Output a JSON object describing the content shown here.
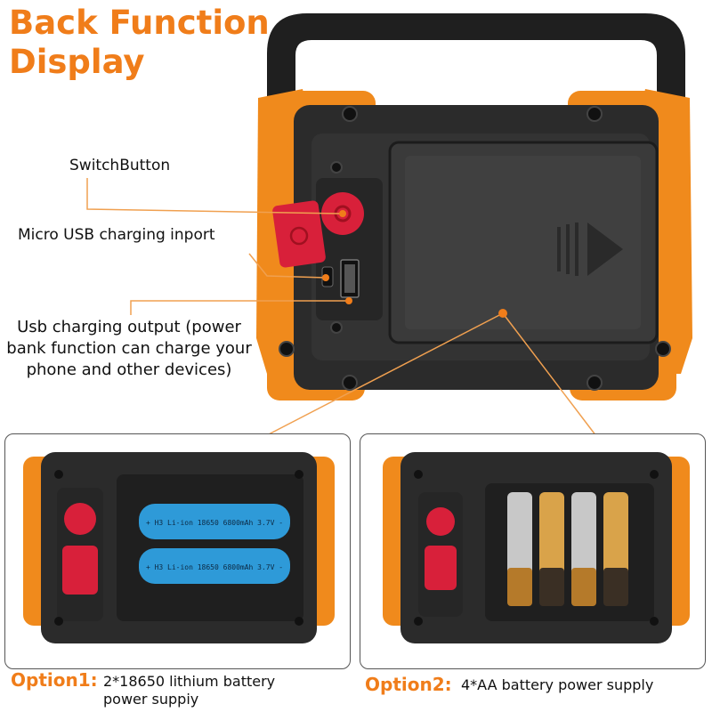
{
  "title": "Back Function Display",
  "callouts": {
    "switch_button": "SwitchButton",
    "micro_usb": "Micro USB charging inport",
    "usb_output": "Usb charging output (power bank function can charge your phone and other devices)"
  },
  "options": [
    {
      "label": "Option1:",
      "text": "2*18650 lithium battery power suppiy"
    },
    {
      "label": "Option2:",
      "text": "4*AA battery power supply"
    }
  ],
  "batteries": {
    "lithium_print": "+ H3 Li-ion 18650 6800mAh 3.7V -"
  },
  "colors": {
    "accent": "#f07d1a",
    "housing": "#2a2a2a",
    "button_red": "#d8203a",
    "battery_blue": "#2e9ad8",
    "leader_line": "#f0a050"
  }
}
